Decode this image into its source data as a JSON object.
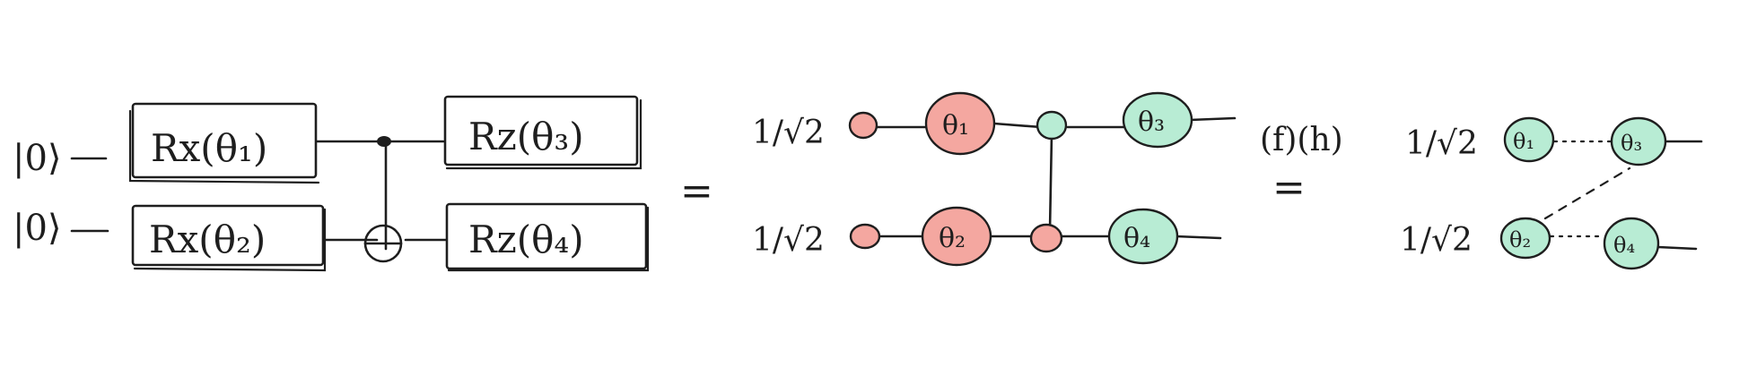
{
  "circuit": {
    "ket0_top": "|0⟩",
    "ket0_bottom": "|0⟩",
    "gate_rx1": "Rx(θ₁)",
    "gate_rx2": "Rx(θ₂)",
    "gate_rz3": "Rz(θ₃)",
    "gate_rz4": "Rz(θ₄)"
  },
  "equals_1": "=",
  "equals_2": "=",
  "graph1": {
    "amp_top": "1/√2",
    "amp_bottom": "1/√2",
    "node_1": "θ₁",
    "node_2": "θ₂",
    "node_3": "θ₃",
    "node_4": "θ₄"
  },
  "transform_label": "(f)(h)",
  "graph2": {
    "amp_top": "1/√2",
    "amp_bottom": "1/√2",
    "node_1": "θ₁",
    "node_2": "θ₂",
    "node_3": "θ₃",
    "node_4": "θ₄"
  },
  "colors": {
    "red_node": "#f4a7a0",
    "green_node": "#b8ecd4",
    "ink": "#1e1e1e"
  }
}
